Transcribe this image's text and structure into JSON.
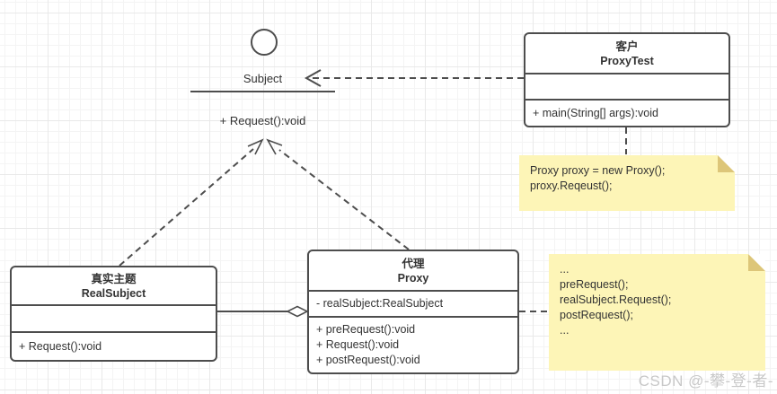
{
  "diagram": {
    "subject_interface": {
      "label": "Subject",
      "method": "+ Request():void"
    },
    "client_class": {
      "title_cn": "客户",
      "title_en": "ProxyTest",
      "method": "+ main(String[] args):void"
    },
    "proxy_class": {
      "title_cn": "代理",
      "title_en": "Proxy",
      "attribute": "- realSubject:RealSubject",
      "methods": [
        "+ preRequest():void",
        "+ Request():void",
        "+ postRequest():void"
      ]
    },
    "real_subject_class": {
      "title_cn": "真实主题",
      "title_en": "RealSubject",
      "method": "+ Request():void"
    },
    "client_note": {
      "line1": "Proxy proxy = new Proxy();",
      "line2": "proxy.Reqeust();"
    },
    "request_note": {
      "line1": "...",
      "line2": "preRequest();",
      "line3": "realSubject.Request();",
      "line4": "postRequest();",
      "line5": "..."
    },
    "watermark": "CSDN @-攀-登-者-"
  },
  "colors": {
    "stroke": "#4d4d4d",
    "note_fill": "#fdf5b7",
    "note_fold": "#ddc679",
    "text": "#333333",
    "watermark": "#c8c8c8"
  }
}
